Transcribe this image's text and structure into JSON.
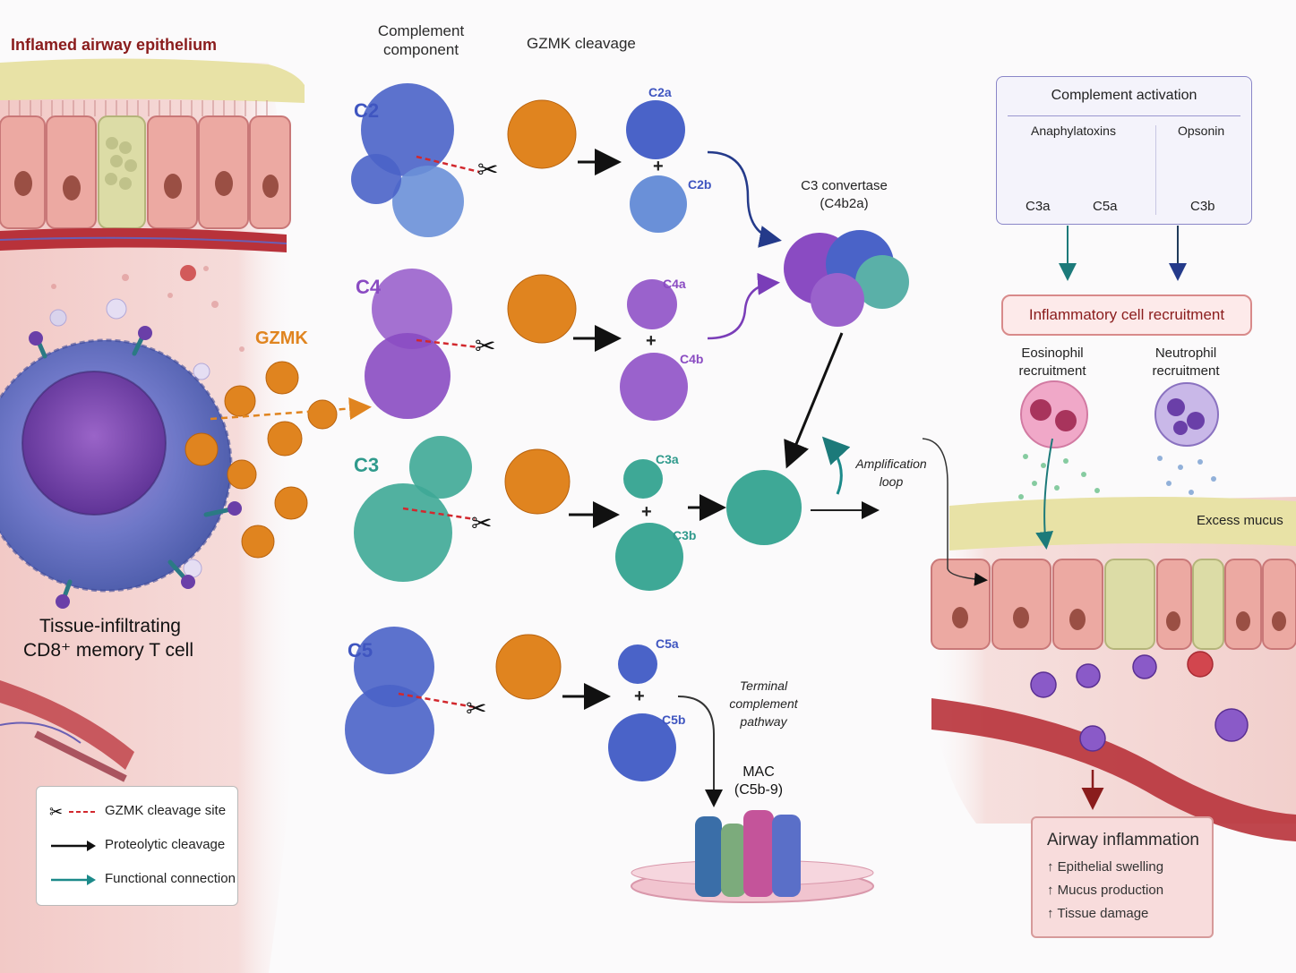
{
  "left_panel": {
    "title": "Inflamed airway epithelium",
    "gzmk_label": "GZMK",
    "tcell_label_line1": "Tissue-infiltrating",
    "tcell_label_line2": "CD8⁺ memory T cell"
  },
  "headers": {
    "complement_component_line1": "Complement",
    "complement_component_line2": "component",
    "gzmk_cleavage": "GZMK cleavage"
  },
  "components": [
    {
      "name": "C2",
      "frag_a": "C2a",
      "frag_b": "C2b",
      "color": "#3f55c0"
    },
    {
      "name": "C4",
      "frag_a": "C4a",
      "frag_b": "C4b",
      "color": "#8a4bc2"
    },
    {
      "name": "C3",
      "frag_a": "C3a",
      "frag_b": "C3b",
      "color": "#2f9a8c"
    },
    {
      "name": "C5",
      "frag_a": "C5a",
      "frag_b": "C5b",
      "color": "#3f55c0"
    }
  ],
  "plus_sign": "+",
  "convertase": {
    "line1": "C3 convertase",
    "line2": "(C4b2a)"
  },
  "amplification": {
    "line1": "Amplification",
    "line2": "loop"
  },
  "terminal": {
    "line1": "Terminal",
    "line2": "complement",
    "line3": "pathway"
  },
  "mac": {
    "line1": "MAC",
    "line2": "(C5b-9)"
  },
  "activation": {
    "title": "Complement activation",
    "anaphylatoxins": "Anaphylatoxins",
    "opsonin": "Opsonin",
    "items": [
      "C3a",
      "C5a",
      "C3b"
    ]
  },
  "recruitment": {
    "title": "Inflammatory cell recruitment",
    "eosinophil_line1": "Eosinophil",
    "eosinophil_line2": "recruitment",
    "neutrophil_line1": "Neutrophil",
    "neutrophil_line2": "recruitment"
  },
  "right_panel": {
    "excess_mucus": "Excess mucus"
  },
  "inflammation": {
    "title": "Airway inflammation",
    "items": [
      "↑  Epithelial swelling",
      "↑  Mucus production",
      "↑  Tissue damage"
    ]
  },
  "legend": {
    "items": [
      "GZMK cleavage site",
      "Proteolytic cleavage",
      "Functional connection"
    ]
  },
  "colors": {
    "gzmk_orange": "#e0841f",
    "c2_c5_blue": "#3f55c0",
    "c4_purple": "#8a4bc2",
    "c3_teal": "#2f9a8c",
    "title_red": "#8a1c1c",
    "functional_teal": "#1c8a8a"
  }
}
